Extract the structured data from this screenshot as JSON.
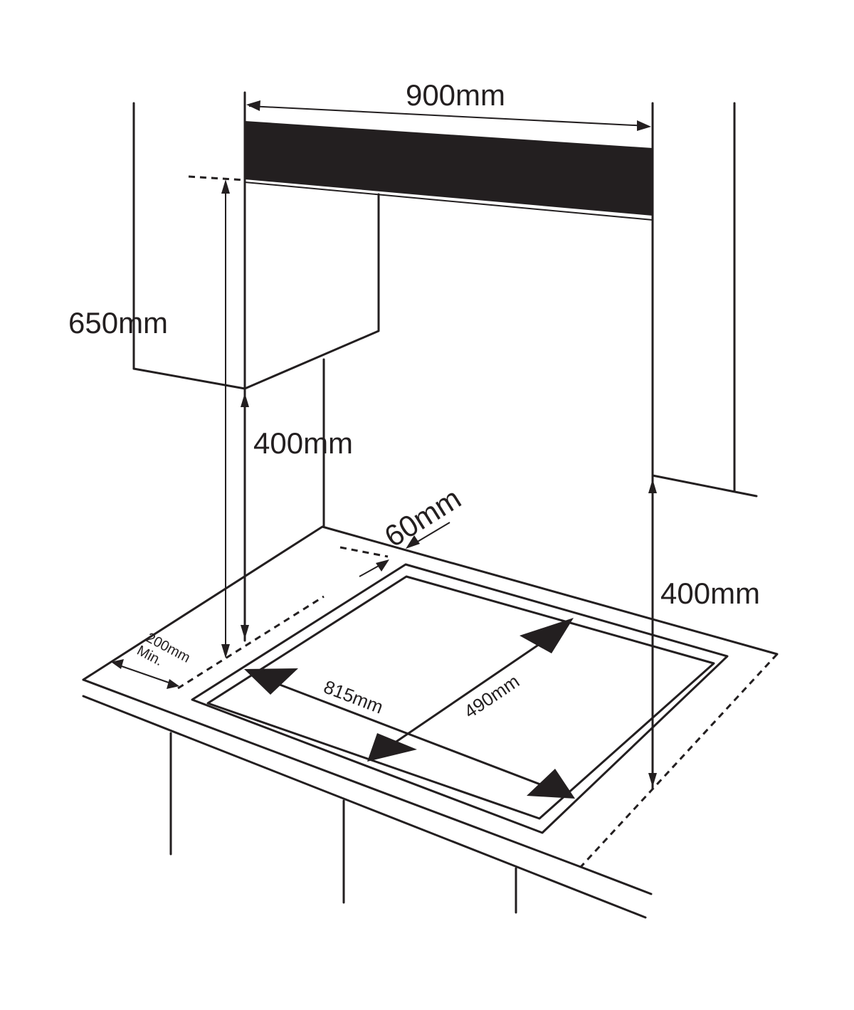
{
  "labels": {
    "hood_width": "900mm",
    "hood_height_total": "650mm",
    "hood_min_height": "400mm",
    "rear_clearance": "60mm",
    "side_clearance_value": "200mm",
    "side_clearance_suffix": "Min.",
    "right_wall_clearance": "400mm",
    "hob_width": "815mm",
    "hob_depth": "490mm"
  },
  "colors": {
    "ink": "#231f20",
    "background": "#ffffff"
  }
}
